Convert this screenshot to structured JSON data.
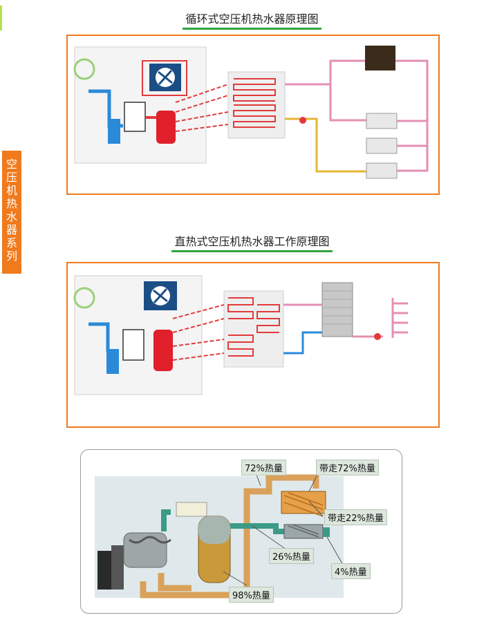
{
  "side_tab": {
    "text": "空压机热水器系列",
    "chars": [
      "空",
      "压",
      "机",
      "热",
      "水",
      "器",
      "系",
      "列"
    ]
  },
  "diagram1": {
    "title": "循环式空压机热水器原理图"
  },
  "diagram2": {
    "title": "直热式空压机热水器工作原理图"
  },
  "diagram3": {
    "labels": {
      "heat_72": "72%热量",
      "carry_72": "带走72%热量",
      "carry_22": "带走22%热量",
      "heat_26": "26%热量",
      "heat_4": "4%热量",
      "heat_98": "98%热量"
    }
  },
  "colors": {
    "accent_orange": "#f07a1c",
    "underline_green": "#2ea53a",
    "hot_red": "#e23a3a",
    "cold_blue": "#2a8ad8",
    "pipe_pink": "#e58fb3",
    "pipe_yellow": "#e6b533",
    "teal_pipe": "#3c9a86",
    "tan_pipe": "#d9a15a"
  }
}
